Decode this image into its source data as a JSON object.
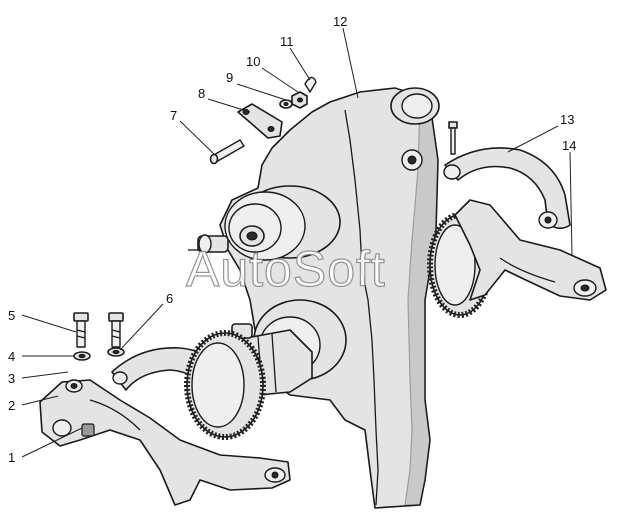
{
  "callouts": {
    "c1": "1",
    "c2": "2",
    "c3": "3",
    "c4": "4",
    "c5": "5",
    "c6": "6",
    "c7": "7",
    "c8": "8",
    "c9": "9",
    "c10": "10",
    "c11": "11",
    "c12": "12",
    "c13": "13",
    "c14": "14"
  },
  "watermark": "AutoSoft"
}
